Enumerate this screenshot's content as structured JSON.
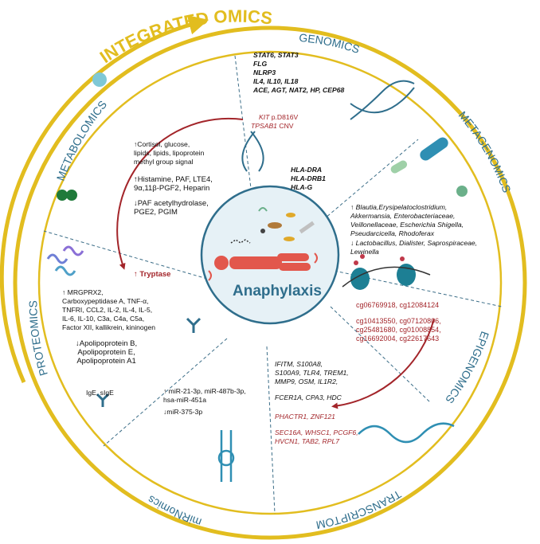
{
  "title": "INTEGRATED OMICS",
  "center_label": "Anaphylaxis",
  "sections": {
    "genomics": {
      "label": "GENOMICS",
      "genes": [
        "STAT6, STAT3",
        "FLG",
        "NLRP3",
        "IL4, IL10, IL18",
        "ACE, AGT, NAT2, HP, CEP68"
      ],
      "kit_gene": "KIT",
      "kit_variant": " p.D816V",
      "tpsab1_gene": "TPSAB1",
      "tpsab1_variant": " CNV",
      "hla": [
        "HLA-DRA",
        "HLA-DRB1",
        "HLA-G"
      ]
    },
    "metagenomics": {
      "label": "METAGENOMICS",
      "up": [
        "↑ Blautia,Erysipelatoclostridium,",
        "Akkermansia, Enterobacteriaceae,",
        "Veillonellaceae, Escherichia Shigella,",
        "Pseudarcicella, Rhodoferax"
      ],
      "down": [
        "↓ Lactobacillus, Dialister, Saprospiraceae,",
        "Lewinella"
      ]
    },
    "epigenomics": {
      "label": "EPIGENOMICS",
      "cpg_a": "cg06769918, cg12084124",
      "cpg_b": [
        "cg10413550, cg07120806,",
        "cg25481680, cg01008854,",
        "cg16692004, cg22617643"
      ]
    },
    "transcriptomics": {
      "label": "TRANSCRIPTOMICS",
      "genes_a": [
        "IFITM, S100A8,",
        "S100A9, TLR4, TREM1,",
        "MMP9, OSM, IL1R2,"
      ],
      "genes_b": "FCER1A, CPA3, HDC",
      "genes_red_a": "PHACTR1, ZNF121",
      "genes_red_b": [
        "SEC16A, WHSC1,  PCGF6,",
        "HVCN1, TAB2, RPL7"
      ]
    },
    "mirnomics": {
      "label": "miRNomics",
      "up": [
        "↑ miR-21-3p, miR-487b-3p,",
        "hsa-miR-451a"
      ],
      "down": "↓miR-375-3p"
    },
    "proteomics": {
      "label": "PROTEOMICS",
      "tryptase": "↑ Tryptase",
      "up": [
        "↑ MRGPRX2,",
        "Carboxypeptidase A, TNF-α,",
        "TNFRI, CCL2, IL-2, IL-4, IL-5,",
        "IL-6, IL-10, C3a, C4a, C5a,",
        "Factor XII, kallikrein, kininogen"
      ],
      "down": [
        "↓Apolipoprotein B,",
        "Apolipoprotein E,",
        "Apolipoprotein A1"
      ],
      "ige": "IgE, sIgE"
    },
    "metabolomics": {
      "label": "METABOLOMICS",
      "a": [
        "↑Cortisol, glucose,",
        "lipids, lipids, lipoprotein",
        "methyl group signal"
      ],
      "b": [
        "↑Histamine, PAF, LTE4,",
        "9α,11β-PGF2, Heparin"
      ],
      "c": [
        "↓PAF acetylhydrolase,",
        "PGE2, PGIM"
      ]
    }
  },
  "colors": {
    "ring": "#e2bd1f",
    "arrow_red": "#a3252a",
    "center_blue": "#2f6e8c",
    "dash": "#3c6e88"
  }
}
